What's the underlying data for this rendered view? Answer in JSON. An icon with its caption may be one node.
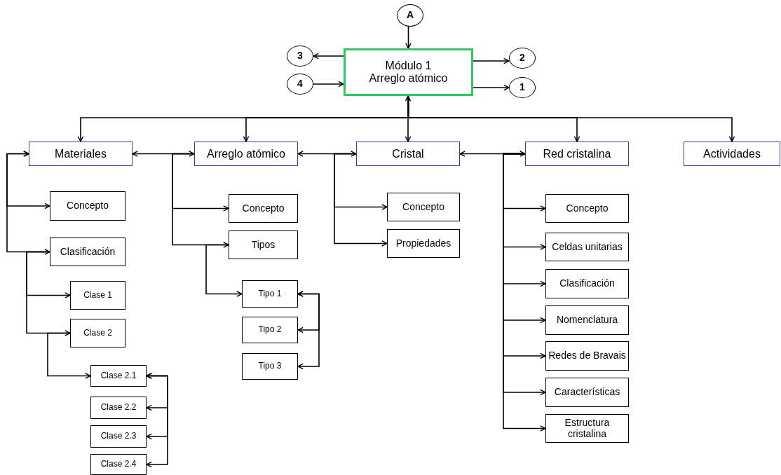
{
  "diagram": {
    "nodes": [
      {
        "text": [
          "A"
        ]
      },
      {
        "text": [
          "Módulo 1",
          "Arreglo atómico"
        ]
      },
      {
        "text": [
          "3"
        ]
      },
      {
        "text": [
          "2"
        ]
      },
      {
        "text": [
          "4"
        ]
      },
      {
        "text": [
          "1"
        ]
      },
      {
        "text": [
          "Materiales"
        ]
      },
      {
        "text": [
          "Arreglo atómico"
        ]
      },
      {
        "text": [
          "Cristal"
        ]
      },
      {
        "text": [
          "Red cristalina"
        ]
      },
      {
        "text": [
          "Actividades"
        ]
      },
      {
        "text": [
          "Concepto"
        ]
      },
      {
        "text": [
          "Clasificación"
        ]
      },
      {
        "text": [
          "Clase 1"
        ]
      },
      {
        "text": [
          "Clase 2"
        ]
      },
      {
        "text": [
          "Clase 2.1"
        ]
      },
      {
        "text": [
          "Clase 2.2"
        ]
      },
      {
        "text": [
          "Clase 2.3"
        ]
      },
      {
        "text": [
          "Clase 2.4"
        ]
      },
      {
        "text": [
          "Concepto"
        ]
      },
      {
        "text": [
          "Tipos"
        ]
      },
      {
        "text": [
          "Tipo 1"
        ]
      },
      {
        "text": [
          "Tipo 2"
        ]
      },
      {
        "text": [
          "Tipo 3"
        ]
      },
      {
        "text": [
          "Concepto"
        ]
      },
      {
        "text": [
          "Propiedades"
        ]
      },
      {
        "text": [
          "Concepto"
        ]
      },
      {
        "text": [
          "Celdas unitarias"
        ]
      },
      {
        "text": [
          "Clasificación"
        ]
      },
      {
        "text": [
          "Nomenclatura"
        ]
      },
      {
        "text": [
          "Redes de Bravais"
        ]
      },
      {
        "text": [
          "Características"
        ]
      },
      {
        "text": [
          "Estructura cristalina"
        ]
      }
    ],
    "edges": [
      {
        "from": 0,
        "to": 1,
        "arrow": "to"
      },
      {
        "from": 1,
        "to": 2,
        "arrow": "to"
      },
      {
        "from": 1,
        "to": 3,
        "arrow": "to"
      },
      {
        "from": 4,
        "to": 1,
        "arrow": "to"
      },
      {
        "from": 1,
        "to": 5,
        "arrow": "to"
      },
      {
        "from": 1,
        "to": 6,
        "arrow": "to"
      },
      {
        "from": 1,
        "to": 7,
        "arrow": "to"
      },
      {
        "from": 1,
        "to": 8,
        "arrow": "both"
      },
      {
        "from": 1,
        "to": 9,
        "arrow": "to"
      },
      {
        "from": 1,
        "to": 10,
        "arrow": "to"
      },
      {
        "from": 6,
        "to": 7,
        "arrow": "both"
      },
      {
        "from": 7,
        "to": 8,
        "arrow": "both"
      },
      {
        "from": 8,
        "to": 9,
        "arrow": "both"
      },
      {
        "from": 6,
        "to": 11,
        "arrow": "both"
      },
      {
        "from": 6,
        "to": 12,
        "arrow": "both"
      },
      {
        "from": 12,
        "to": 13,
        "arrow": "to"
      },
      {
        "from": 12,
        "to": 14,
        "arrow": "to"
      },
      {
        "from": 14,
        "to": 15,
        "arrow": "to"
      },
      {
        "from": 15,
        "to": 16,
        "arrow": "both"
      },
      {
        "from": 15,
        "to": 17,
        "arrow": "both"
      },
      {
        "from": 15,
        "to": 18,
        "arrow": "both"
      },
      {
        "from": 7,
        "to": 19,
        "arrow": "to"
      },
      {
        "from": 7,
        "to": 20,
        "arrow": "to"
      },
      {
        "from": 20,
        "to": 21,
        "arrow": "to"
      },
      {
        "from": 21,
        "to": 22,
        "arrow": "both"
      },
      {
        "from": 21,
        "to": 23,
        "arrow": "both"
      },
      {
        "from": 8,
        "to": 24,
        "arrow": "to"
      },
      {
        "from": 8,
        "to": 25,
        "arrow": "to"
      },
      {
        "from": 9,
        "to": 26,
        "arrow": "to"
      },
      {
        "from": 9,
        "to": 27,
        "arrow": "to"
      },
      {
        "from": 9,
        "to": 28,
        "arrow": "to"
      },
      {
        "from": 9,
        "to": 29,
        "arrow": "to"
      },
      {
        "from": 9,
        "to": 30,
        "arrow": "to"
      },
      {
        "from": 9,
        "to": 31,
        "arrow": "to"
      },
      {
        "from": 9,
        "to": 32,
        "arrow": "to"
      }
    ]
  }
}
